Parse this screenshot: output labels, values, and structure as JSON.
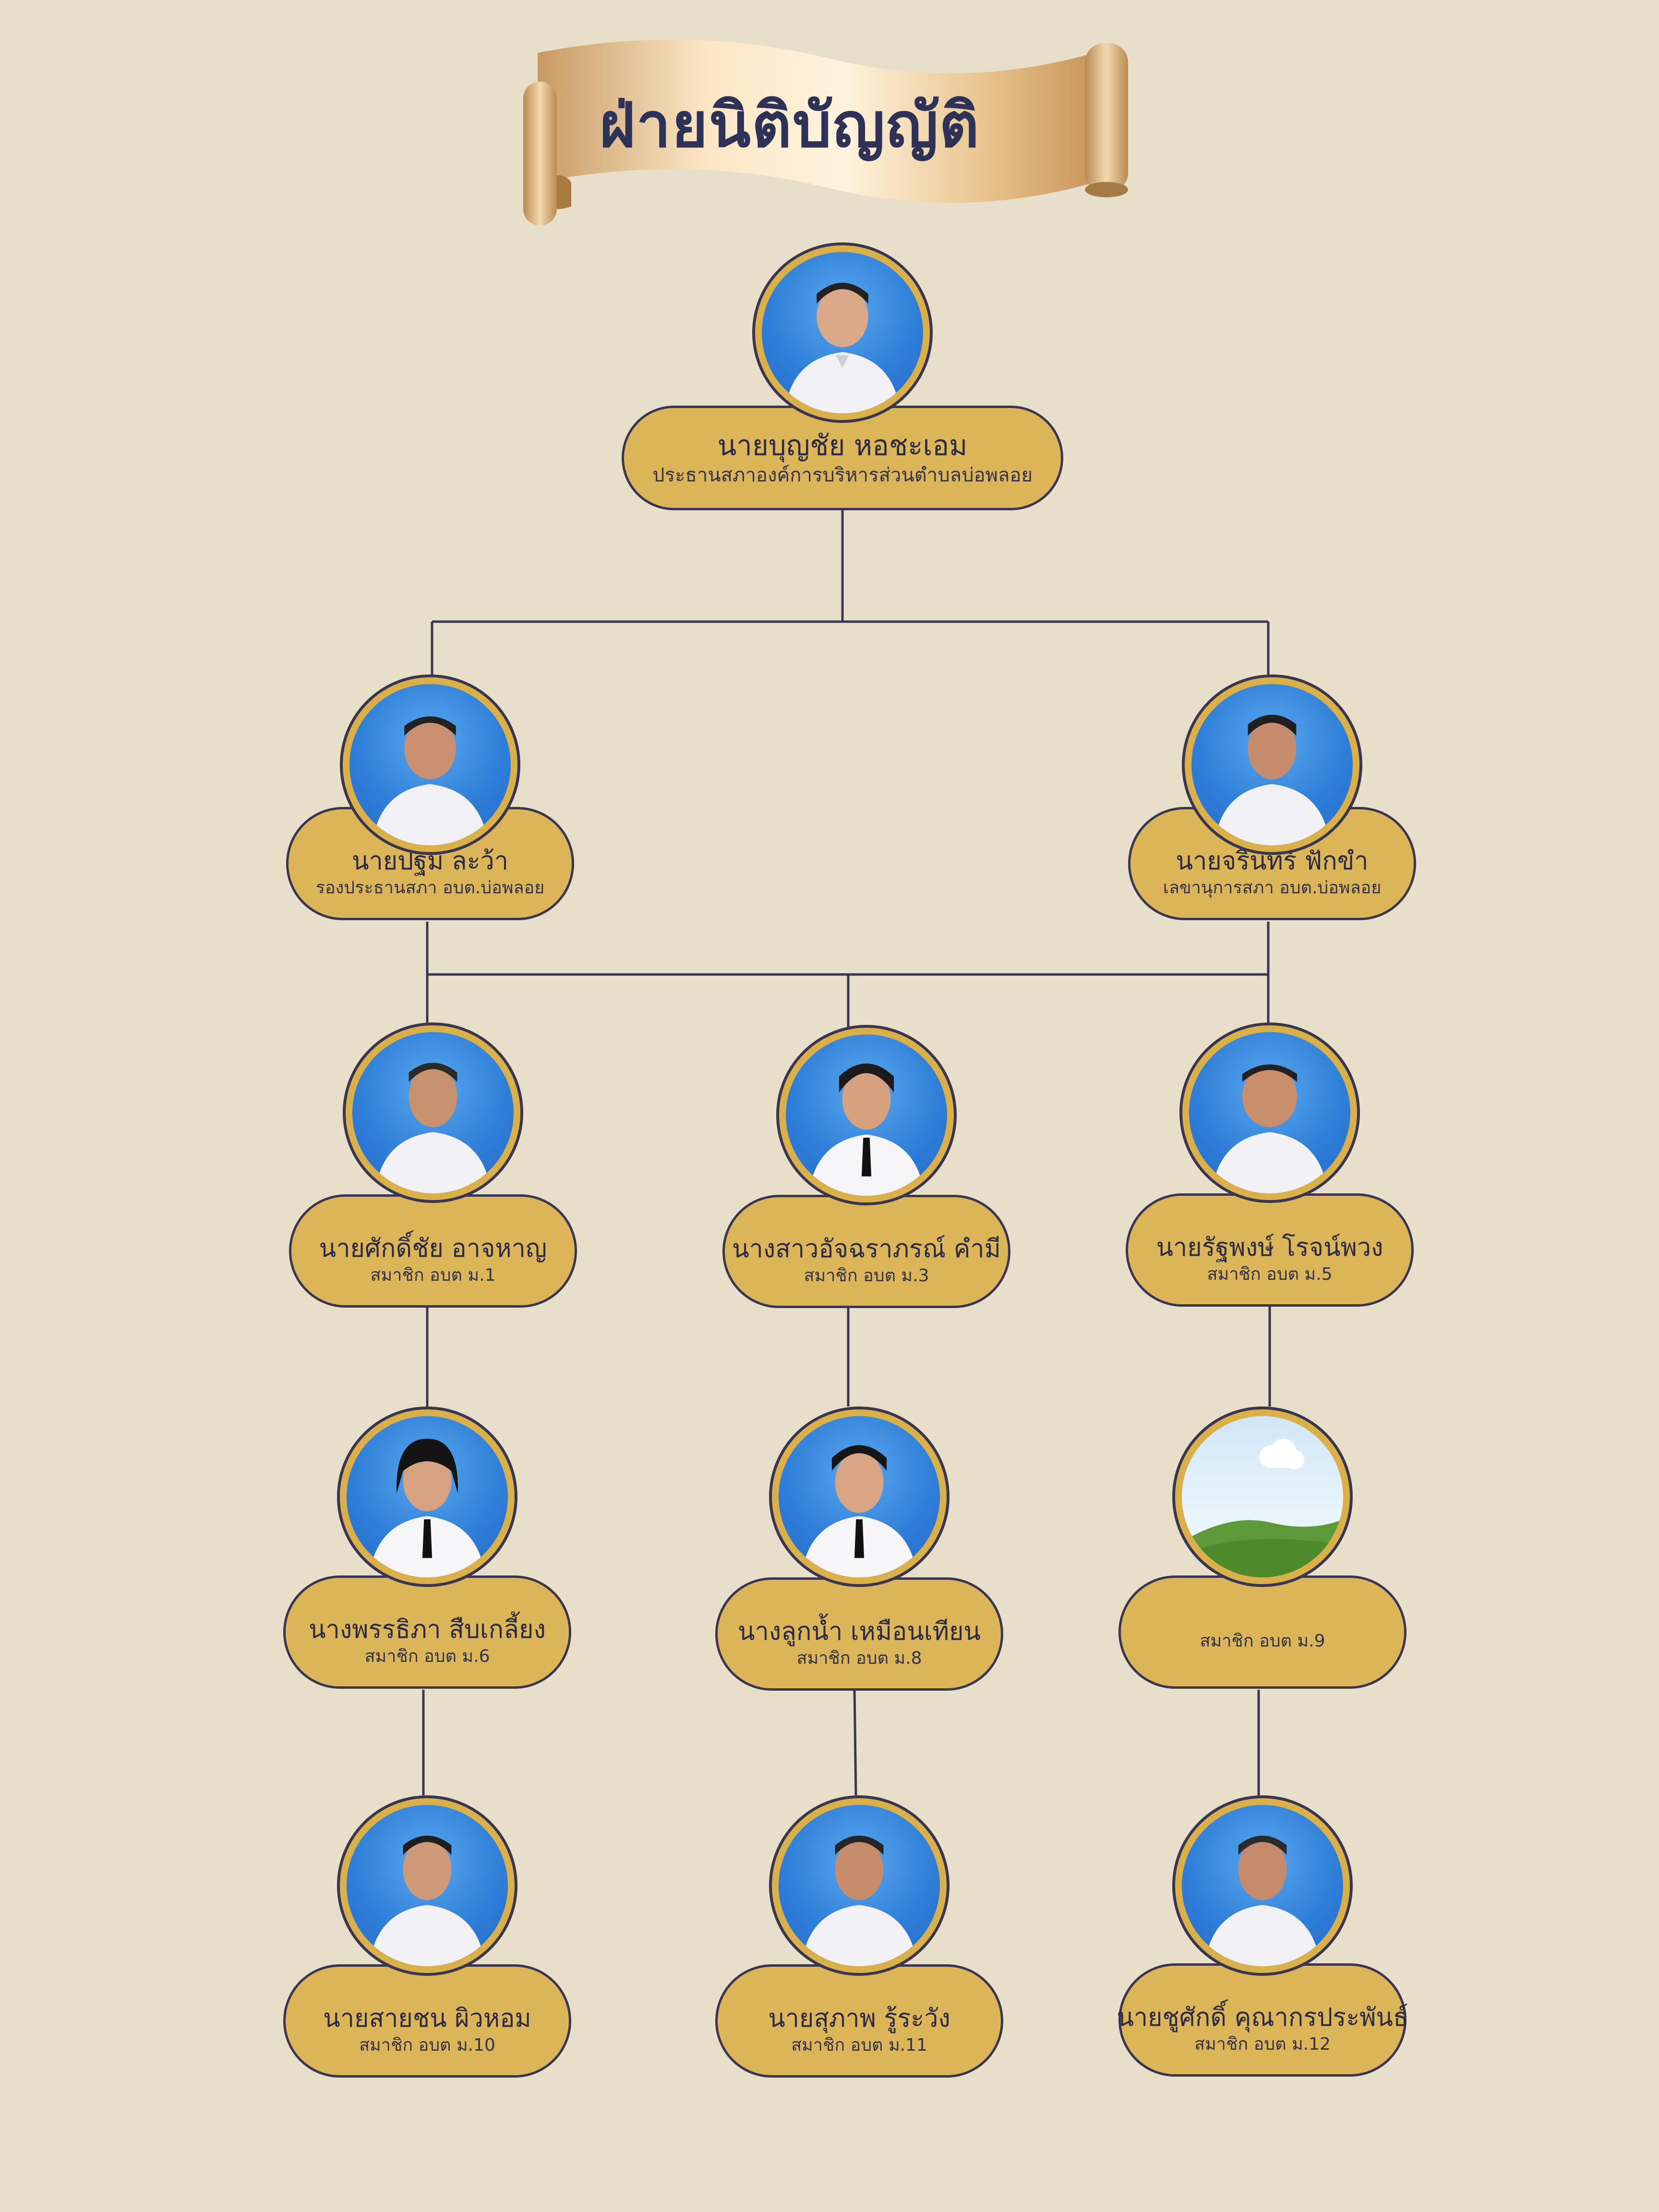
{
  "title": "ฝ่ายนิติบัญญัติ",
  "colors": {
    "background": "#e8dfcb",
    "pill": "#dbb557",
    "outline": "#3a3550",
    "photo_background": "#2f7fd9",
    "title_text": "#2e3256"
  },
  "chair": {
    "name": "นายบุญชัย หอชะเอม",
    "role": "ประธานสภาองค์การบริหารส่วนตำบลบ่อพลอย"
  },
  "vice_chair": {
    "name": "นายปฐม ละว้า",
    "role": "รองประธานสภา อบต.บ่อพลอย"
  },
  "secretary": {
    "name": "นายจรินทร์ ฟักขำ",
    "role": "เลขานุการสภา อบต.บ่อพลอย"
  },
  "members": [
    {
      "name": "นายศักดิ์ชัย อาจหาญ",
      "role": "สมาชิก อบต ม.1"
    },
    {
      "name": "นางสาวอัจฉราภรณ์ คำมี",
      "role": "สมาชิก อบต ม.3"
    },
    {
      "name": "นายรัฐพงษ์ โรจน์พวง",
      "role": "สมาชิก อบต ม.5"
    },
    {
      "name": "นางพรรธิภา สืบเกลี้ยง",
      "role": "สมาชิก อบต ม.6"
    },
    {
      "name": "นางลูกน้ำ เหมือนเทียน",
      "role": "สมาชิก อบต ม.8"
    },
    {
      "name": "",
      "role": "สมาชิก อบต ม.9",
      "photo": "landscape-placeholder-icon"
    },
    {
      "name": "นายสายชน ผิวหอม",
      "role": "สมาชิก อบต ม.10"
    },
    {
      "name": "นายสุภาพ รู้ระวัง",
      "role": "สมาชิก อบต ม.11"
    },
    {
      "name": "นายชูศักดิ์ คุณากรประพันธ์",
      "role": "สมาชิก อบต ม.12"
    }
  ]
}
